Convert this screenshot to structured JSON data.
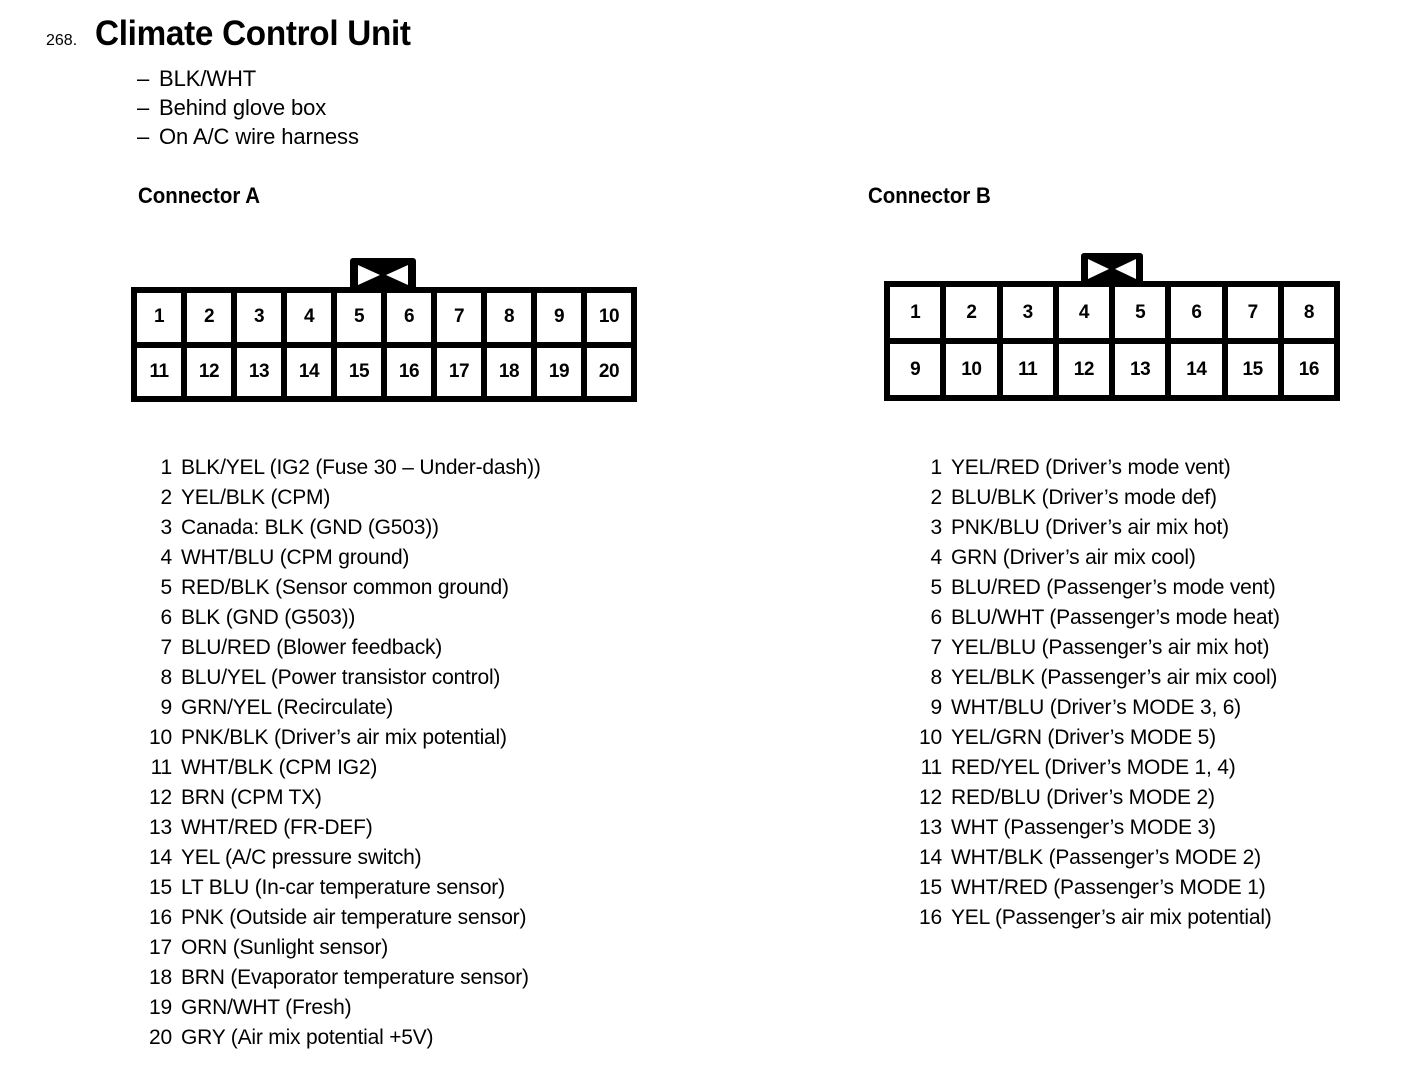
{
  "title": {
    "number": "268.",
    "text": "Climate Control Unit"
  },
  "subtitle_lines": [
    "BLK/WHT",
    "Behind glove box",
    "On A/C wire harness"
  ],
  "dash": "–",
  "connectors": [
    {
      "heading": "Connector A",
      "columns": 10,
      "rows": 2,
      "cells": [
        "1",
        "2",
        "3",
        "4",
        "5",
        "6",
        "7",
        "8",
        "9",
        "10",
        "11",
        "12",
        "13",
        "14",
        "15",
        "16",
        "17",
        "18",
        "19",
        "20"
      ],
      "pins": [
        {
          "number": "1",
          "description": "BLK/YEL (IG2 (Fuse 30 – Under-dash))"
        },
        {
          "number": "2",
          "description": "YEL/BLK (CPM)"
        },
        {
          "number": "3",
          "description": "Canada: BLK (GND (G503))"
        },
        {
          "number": "4",
          "description": "WHT/BLU (CPM ground)"
        },
        {
          "number": "5",
          "description": "RED/BLK (Sensor common ground)"
        },
        {
          "number": "6",
          "description": "BLK (GND (G503))"
        },
        {
          "number": "7",
          "description": "BLU/RED (Blower feedback)"
        },
        {
          "number": "8",
          "description": "BLU/YEL (Power transistor control)"
        },
        {
          "number": "9",
          "description": "GRN/YEL (Recirculate)"
        },
        {
          "number": "10",
          "description": "PNK/BLK (Driver’s air mix potential)"
        },
        {
          "number": "11",
          "description": "WHT/BLK (CPM IG2)"
        },
        {
          "number": "12",
          "description": "BRN (CPM TX)"
        },
        {
          "number": "13",
          "description": "WHT/RED (FR-DEF)"
        },
        {
          "number": "14",
          "description": "YEL (A/C pressure switch)"
        },
        {
          "number": "15",
          "description": "LT BLU (In-car temperature sensor)"
        },
        {
          "number": "16",
          "description": "PNK (Outside air temperature sensor)"
        },
        {
          "number": "17",
          "description": "ORN (Sunlight sensor)"
        },
        {
          "number": "18",
          "description": "BRN (Evaporator temperature sensor)"
        },
        {
          "number": "19",
          "description": "GRN/WHT (Fresh)"
        },
        {
          "number": "20",
          "description": "GRY (Air mix potential +5V)"
        }
      ]
    },
    {
      "heading": "Connector B",
      "columns": 8,
      "rows": 2,
      "cells": [
        "1",
        "2",
        "3",
        "4",
        "5",
        "6",
        "7",
        "8",
        "9",
        "10",
        "11",
        "12",
        "13",
        "14",
        "15",
        "16"
      ],
      "pins": [
        {
          "number": "1",
          "description": "YEL/RED (Driver’s mode vent)"
        },
        {
          "number": "2",
          "description": "BLU/BLK (Driver’s mode def)"
        },
        {
          "number": "3",
          "description": "PNK/BLU (Driver’s air mix hot)"
        },
        {
          "number": "4",
          "description": "GRN (Driver’s air mix cool)"
        },
        {
          "number": "5",
          "description": "BLU/RED (Passenger’s mode vent)"
        },
        {
          "number": "6",
          "description": "BLU/WHT (Passenger’s mode heat)"
        },
        {
          "number": "7",
          "description": "YEL/BLU (Passenger’s air mix hot)"
        },
        {
          "number": "8",
          "description": "YEL/BLK (Passenger’s air mix cool)"
        },
        {
          "number": "9",
          "description": "WHT/BLU (Driver’s MODE 3, 6)"
        },
        {
          "number": "10",
          "description": "YEL/GRN (Driver’s MODE 5)"
        },
        {
          "number": "11",
          "description": "RED/YEL (Driver’s MODE 1, 4)"
        },
        {
          "number": "12",
          "description": "RED/BLU (Driver’s MODE 2)"
        },
        {
          "number": "13",
          "description": "WHT (Passenger’s MODE 3)"
        },
        {
          "number": "14",
          "description": "WHT/BLK (Passenger’s MODE 2)"
        },
        {
          "number": "15",
          "description": "WHT/RED (Passenger’s MODE 1)"
        },
        {
          "number": "16",
          "description": "YEL (Passenger’s air mix potential)"
        }
      ]
    }
  ],
  "colors": {
    "ink": "#000000",
    "paper": "#ffffff"
  }
}
